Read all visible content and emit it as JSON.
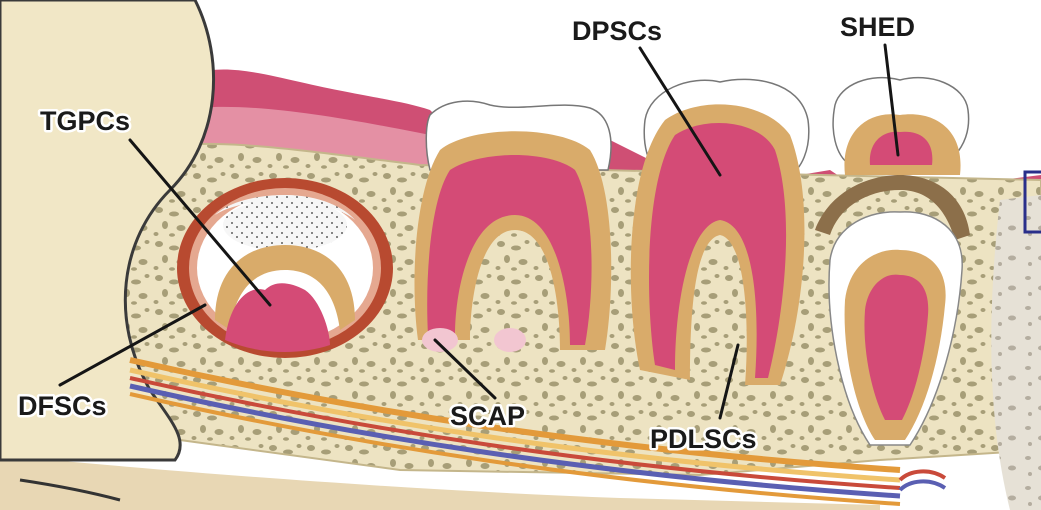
{
  "labels": {
    "tgpcs": "TGPCs",
    "dpscs": "DPSCs",
    "shed": "SHED",
    "dfscs": "DFSCs",
    "scap": "SCAP",
    "pdlscs": "PDLSCs"
  },
  "colors": {
    "bone_cream": "#ede3c2",
    "bone_speckle": "#a79e78",
    "gum_pink": "#cf4f74",
    "gum_light": "#e8a0b0",
    "dentin_tan": "#d9ab6a",
    "pulp_pink": "#d44b76",
    "enamel_white": "#ffffff",
    "follicle_red": "#b84a30",
    "nerve_orange": "#e39a3a",
    "vessel_blue": "#5a5fb2",
    "label_text": "#1a1a1a"
  }
}
